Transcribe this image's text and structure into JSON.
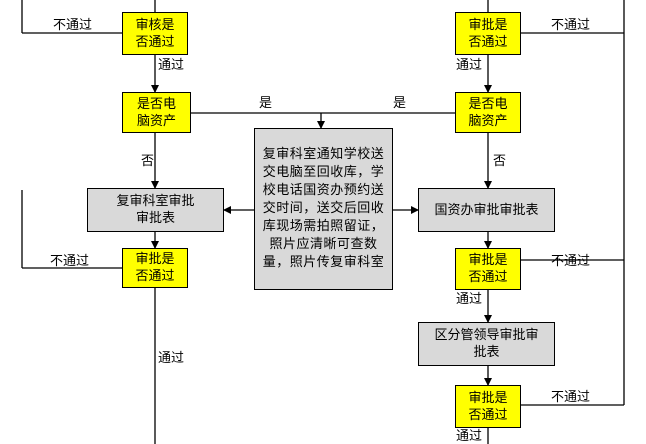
{
  "nodes": {
    "review_top_left": "审核是\n否通过",
    "approve_top_right": "审批是\n否通过",
    "is_pc_left": "是否电\n脑资产",
    "is_pc_right": "是否电\n脑资产",
    "notify_center": "复审科室通知学校送交电脑至回收库，学校电话国资办预约送交时间，送交后回收库现场需拍照留证，照片应清晰可查数量，照片传复审科室",
    "recheck_dept_table": "复审科室审批\n审批表",
    "state_asset_table": "国资办审批审批表",
    "approve_mid_left": "审批是\n否通过",
    "approve_mid_right": "审批是\n否通过",
    "district_leader_table": "区分管领导审批审\n批表",
    "approve_bottom_right": "审批是\n否通过"
  },
  "labels": {
    "fail_top_left": "不通过",
    "pass_top_left": "通过",
    "fail_top_right": "不通过",
    "pass_top_right": "通过",
    "yes_left": "是",
    "yes_right": "是",
    "no_left": "否",
    "no_right": "否",
    "fail_mid_left": "不通过",
    "pass_mid_left": "通过",
    "fail_mid_right": "不通过",
    "pass_mid_right": "通过",
    "fail_bottom_right": "不通过",
    "pass_bottom_right": "通过"
  },
  "colors": {
    "decision_fill": "#ffff00",
    "process_fill": "#d9d9d9",
    "line": "#000000"
  }
}
